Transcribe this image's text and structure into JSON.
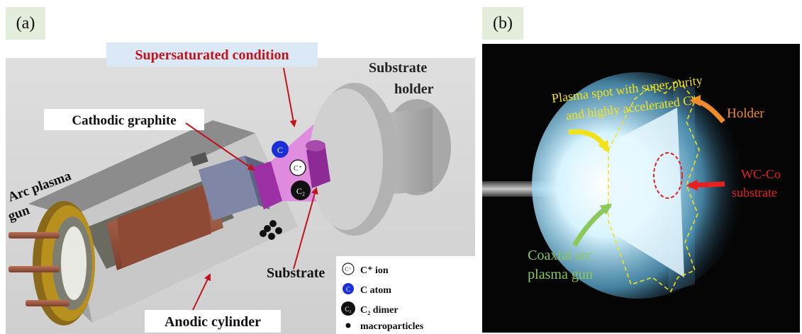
{
  "panel_a": {
    "tag": "(a)",
    "supersaturated": "Supersaturated condition",
    "substrate_holder_1": "Substrate",
    "substrate_holder_2": "holder",
    "cathodic_graphite": "Cathodic graphite",
    "arc_plasma_1": "Arc plasma",
    "arc_plasma_2": "gun",
    "substrate": "Substrate",
    "anodic_cylinder": "Anodic cylinder",
    "legend": {
      "c_ion": "C⁺ ion",
      "c_atom": "C atom",
      "c2_dimer": "C₂ dimer",
      "macroparticles": "macroparticles"
    },
    "glyphs": {
      "ion": "C⁺",
      "atom": "C",
      "dimer": "C₂"
    }
  },
  "panel_b": {
    "tag": "(b)",
    "plasma_spot_1": "Plasma spot with super purity",
    "plasma_spot_2": "and highly accelerated C⁺",
    "holder": "Holder",
    "wcco_1": "WC-Co",
    "wcco_2": "substrate",
    "coaxial_1": "Coaxial arc",
    "coaxial_2": "plasma gun"
  },
  "colors": {
    "red_label": "#c0141c",
    "plume": "#e07fe0",
    "yellow": "#f2e21a",
    "orange": "#ee8a2c",
    "green": "#8cc85a",
    "red_arrow": "#e82020"
  }
}
